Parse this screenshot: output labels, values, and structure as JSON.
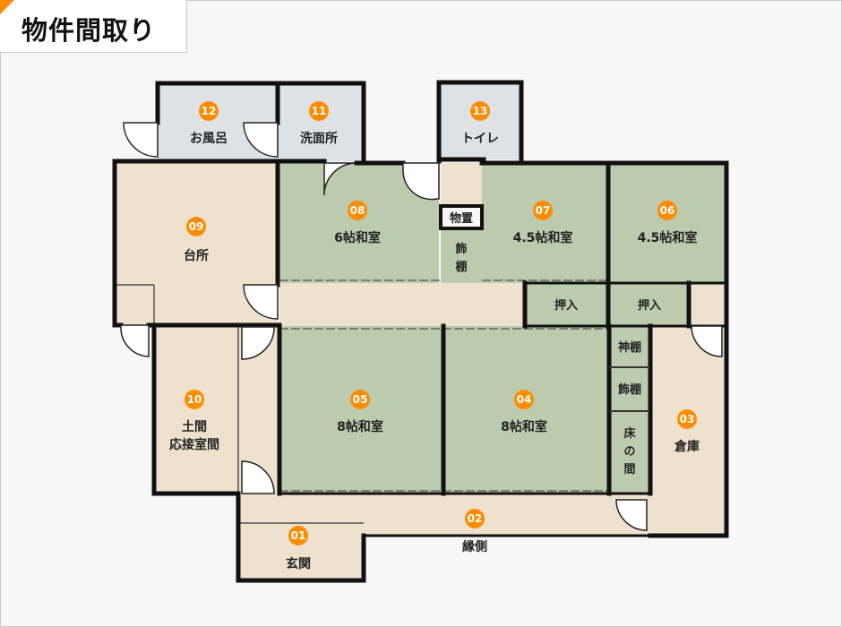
{
  "title": "物件間取り",
  "colors": {
    "tatami": "#bccaae",
    "floor": "#eee2cf",
    "wet": "#dde3e5",
    "wall": "#111111",
    "badge": "#ff8c00",
    "accent": "#ff8c00"
  },
  "rooms": [
    {
      "id": "r01",
      "num": "01",
      "label": "玄関"
    },
    {
      "id": "r02",
      "num": "02",
      "label": "縁側"
    },
    {
      "id": "r03",
      "num": "03",
      "label": "倉庫"
    },
    {
      "id": "r04",
      "num": "04",
      "label": "8帖和室"
    },
    {
      "id": "r05",
      "num": "05",
      "label": "8帖和室"
    },
    {
      "id": "r06",
      "num": "06",
      "label": "4.5帖和室"
    },
    {
      "id": "r07",
      "num": "07",
      "label": "4.5帖和室"
    },
    {
      "id": "r08",
      "num": "08",
      "label": "6帖和室"
    },
    {
      "id": "r09",
      "num": "09",
      "label": "台所"
    },
    {
      "id": "r10",
      "num": "10",
      "label1": "土間",
      "label2": "応接室間"
    },
    {
      "id": "r11",
      "num": "11",
      "label": "洗面所"
    },
    {
      "id": "r12",
      "num": "12",
      "label": "お風呂"
    },
    {
      "id": "r13",
      "num": "13",
      "label": "トイレ"
    }
  ],
  "fixtures": {
    "monooki": "物置",
    "kazaridana_a": [
      "飾",
      "棚"
    ],
    "oshiire_1": "押入",
    "oshiire_2": "押入",
    "kamidana": "神棚",
    "kazaridana_b": "飾棚",
    "tokonoma": [
      "床",
      "の",
      "間"
    ]
  }
}
